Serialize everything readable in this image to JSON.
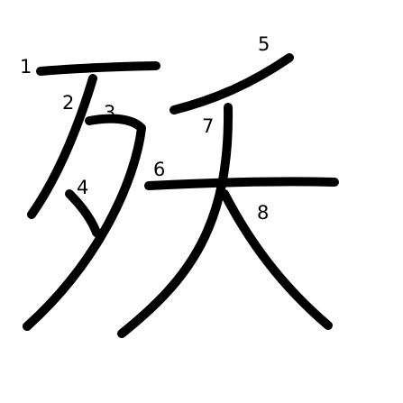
{
  "character": "殀",
  "stroke_color": "#000000",
  "background_color": "#ffffff",
  "strokes": [
    {
      "order": "1",
      "label": "1"
    },
    {
      "order": "2",
      "label": "2"
    },
    {
      "order": "3",
      "label": "3"
    },
    {
      "order": "4",
      "label": "4"
    },
    {
      "order": "5",
      "label": "5"
    },
    {
      "order": "6",
      "label": "6"
    },
    {
      "order": "7",
      "label": "7"
    },
    {
      "order": "8",
      "label": "8"
    }
  ]
}
